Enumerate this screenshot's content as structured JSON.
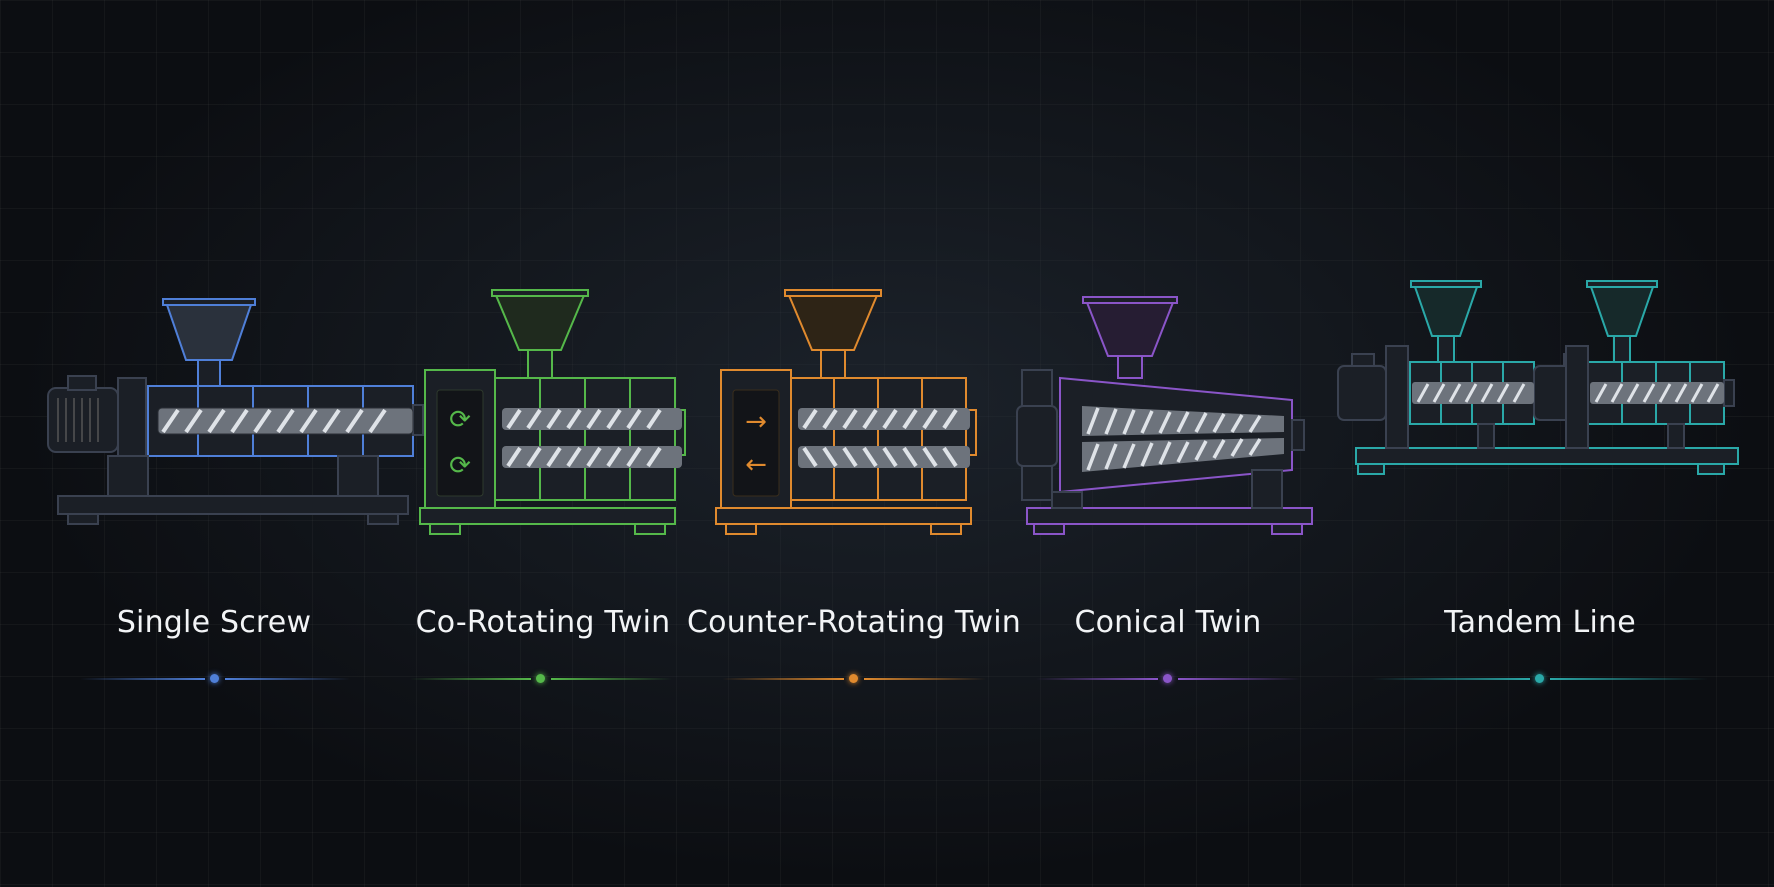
{
  "machines": [
    {
      "label": "Single Screw",
      "color": "#4f7fd8",
      "icon": "single-screw-extruder-icon"
    },
    {
      "label": "Co-Rotating Twin",
      "color": "#55b84a",
      "icon": "co-rotating-twin-extruder-icon"
    },
    {
      "label": "Counter-Rotating Twin",
      "color": "#e08a2e",
      "icon": "counter-rotating-twin-extruder-icon"
    },
    {
      "label": "Conical Twin",
      "color": "#8a55c8",
      "icon": "conical-twin-extruder-icon"
    },
    {
      "label": "Tandem Line",
      "color": "#2aa8a8",
      "icon": "tandem-line-extruder-icon"
    }
  ],
  "background": "#0c0e12"
}
